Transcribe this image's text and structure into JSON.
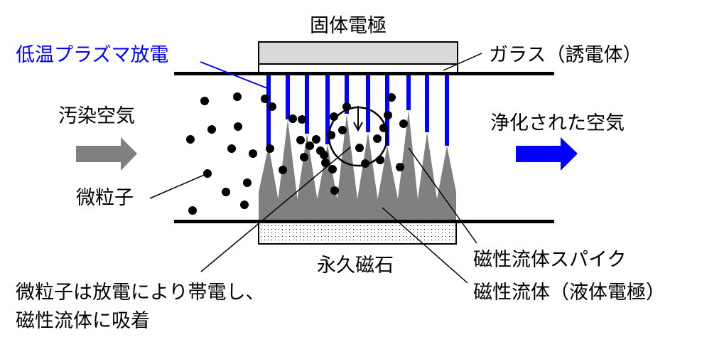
{
  "labels": {
    "solid_electrode": "固体電極",
    "plasma_discharge": "低温プラズマ放電",
    "glass_dielectric": "ガラス（誘電体）",
    "polluted_air": "汚染空気",
    "purified_air": "浄化された空気",
    "particles": "微粒子",
    "permanent_magnet": "永久磁石",
    "ferrofluid_spike": "磁性流体スパイク",
    "ferrofluid_liquid_electrode": "磁性流体（液体電極）",
    "adsorption_note_line1": "微粒子は放電により帯電し、",
    "adsorption_note_line2": "磁性流体に吸着"
  },
  "colors": {
    "discharge_blue": "#0000ff",
    "fluid_gray": "#808080",
    "electrode_fill": "#d9d9d9",
    "inflow_arrow": "#808080",
    "outflow_arrow": "#0000ff",
    "line": "#000000"
  },
  "counts": {
    "discharge_channels": 10,
    "spikes": 10,
    "particles": 40
  }
}
